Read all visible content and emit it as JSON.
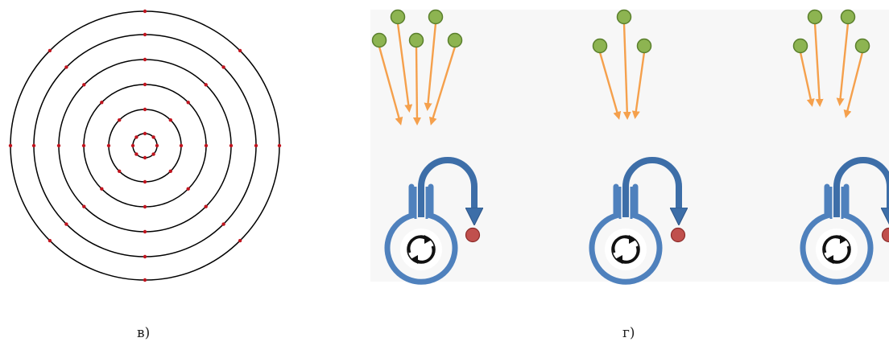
{
  "labels": {
    "left": "в)",
    "right": "г)"
  },
  "colors": {
    "ring": "#000000",
    "dot": "#c0141e",
    "panel_bg": "#f7f7f7",
    "node_fill": "#8db451",
    "node_stroke": "#5a7f2c",
    "arrow": "#f5a04c",
    "vessel": "#4f81bd",
    "loop": "#3d6ea8",
    "out_dot_fill": "#c0504d",
    "out_dot_stroke": "#8b2b29"
  },
  "concentric": {
    "ring_count": 6,
    "points_per_ring": [
      8,
      8,
      8,
      8,
      8,
      8
    ]
  },
  "groups": [
    {
      "input_nodes": 5
    },
    {
      "input_nodes": 3
    },
    {
      "input_nodes": 4
    }
  ]
}
